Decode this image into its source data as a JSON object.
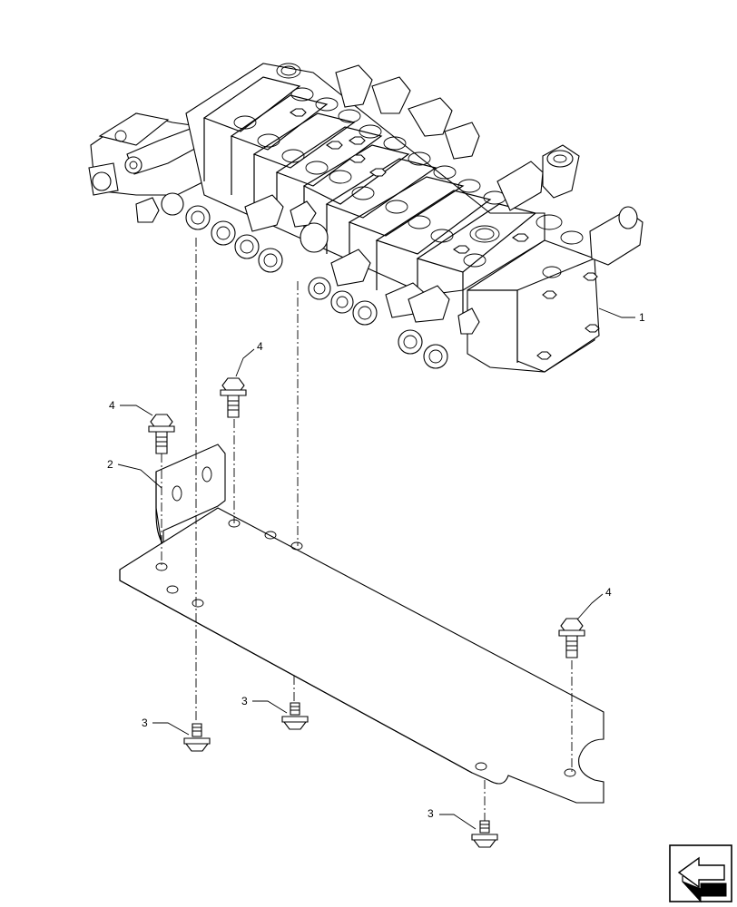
{
  "callouts": {
    "valve_assembly": "1",
    "bracket": "2",
    "nut_a": "3",
    "nut_b": "3",
    "nut_c": "3",
    "bolt_a": "4",
    "bolt_b": "4",
    "bolt_c": "4"
  },
  "icons": {
    "navigation": "previous-page-arrow-icon"
  }
}
